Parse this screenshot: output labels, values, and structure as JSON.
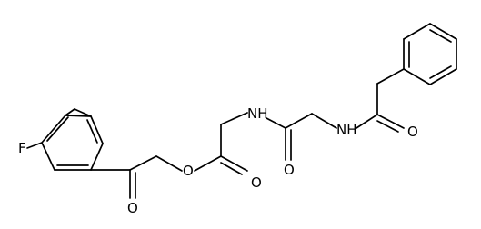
{
  "molecule": {
    "atoms": {
      "fluorine": "F",
      "ketone_oxygen": "O",
      "ester_oxygen": "O",
      "ester_carbonyl_oxygen": "O",
      "amide_nitrogen_1": "NH",
      "amide_carbonyl_oxygen_1": "O",
      "amide_nitrogen_2": "NH",
      "amide_carbonyl_oxygen_2": "O"
    },
    "colors": {
      "bond": "#000000",
      "label": "#000000",
      "background": "#ffffff"
    }
  }
}
